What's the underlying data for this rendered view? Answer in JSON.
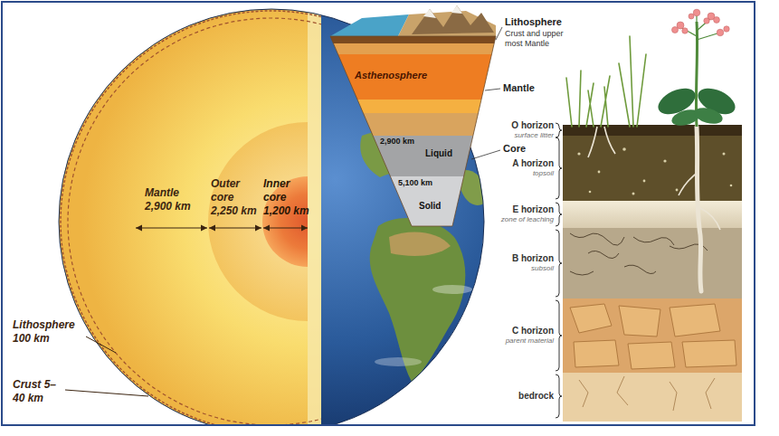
{
  "diagram": {
    "labels": [
      "Lithosphere",
      "Crust and upper most Mantle",
      "Asthenosphere",
      "Mantle",
      "2,900 km",
      "Liquid",
      "Core",
      "5,100 km",
      "Solid",
      "Mantle 2,900 km",
      "Outer core 2,250 km",
      "Inner core 1,200 km",
      "Lithosphere 100 km",
      "Crust 5–40 km",
      "O horizon",
      "surface litter",
      "A horizon",
      "topsoil",
      "E horizon",
      "zone of leaching",
      "B horizon",
      "subsoil",
      "C horizon",
      "parent material",
      "bedrock"
    ]
  }
}
